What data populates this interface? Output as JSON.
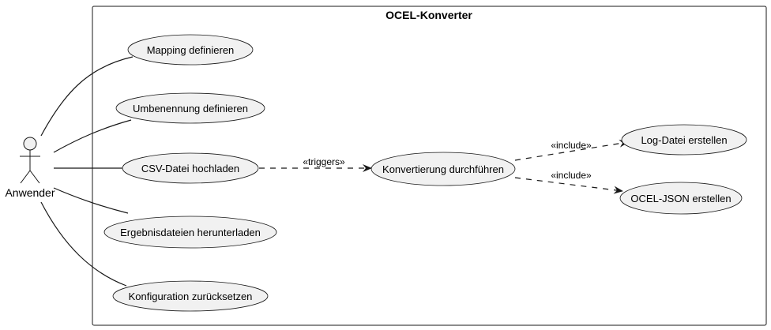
{
  "system": {
    "title": "OCEL-Konverter"
  },
  "actor": {
    "name": "Anwender"
  },
  "use_cases": {
    "mapping": "Mapping definieren",
    "umbenennung": "Umbenennung definieren",
    "csv_upload": "CSV-Datei hochladen",
    "download": "Ergebnisdateien herunterladen",
    "reset": "Konfiguration zurücksetzen",
    "convert": "Konvertierung durchführen",
    "log": "Log-Datei erstellen",
    "ocel_json": "OCEL-JSON erstellen"
  },
  "relations": {
    "triggers": "«triggers»",
    "include_log": "«include»",
    "include_json": "«include»"
  },
  "colors": {
    "use_case_fill": "#f1f1f1",
    "stroke": "#181818",
    "background": "#ffffff"
  }
}
